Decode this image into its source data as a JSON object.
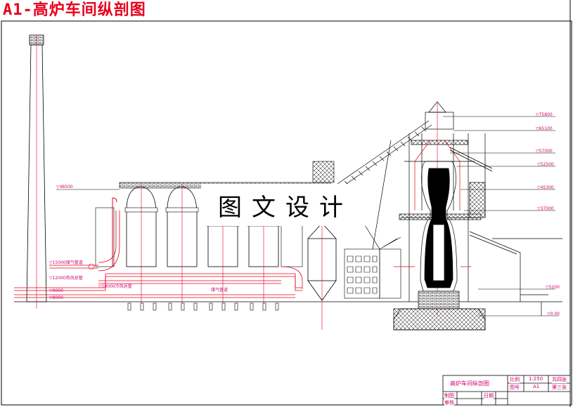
{
  "header": {
    "title": "A1-高炉车间纵剖图"
  },
  "watermark": {
    "text": "图文设计"
  },
  "elevations": {
    "e1": "▽75800",
    "e2": "▽65100",
    "e3": "▽57000",
    "e4": "▽52500",
    "e5": "▽45300",
    "e6": "▽37000",
    "e7": "▽5200",
    "e8": "▽0.00",
    "left_top": "▽48500"
  },
  "pipe_labels": {
    "p1": "▽15000煤气管道",
    "p2": "▽12000热风总管",
    "p3": "▽10000冷风总管",
    "p4": "▽9000",
    "p5": "▽8000",
    "p6": "煤气管道"
  },
  "title_block": {
    "drawing_name": "高炉车间纵剖图",
    "scale_label": "比例",
    "scale_value": "1:250",
    "sheets_total": "共四张",
    "drawing_no_label": "图号",
    "drawing_no_value": "A1",
    "sheet_no": "第三张",
    "drawn_by_label": "制图",
    "date_label": "日期",
    "reviewed_by_label": "审核"
  },
  "colors": {
    "red": "#e8001c",
    "magenta": "#d0006f",
    "line": "#000000"
  }
}
